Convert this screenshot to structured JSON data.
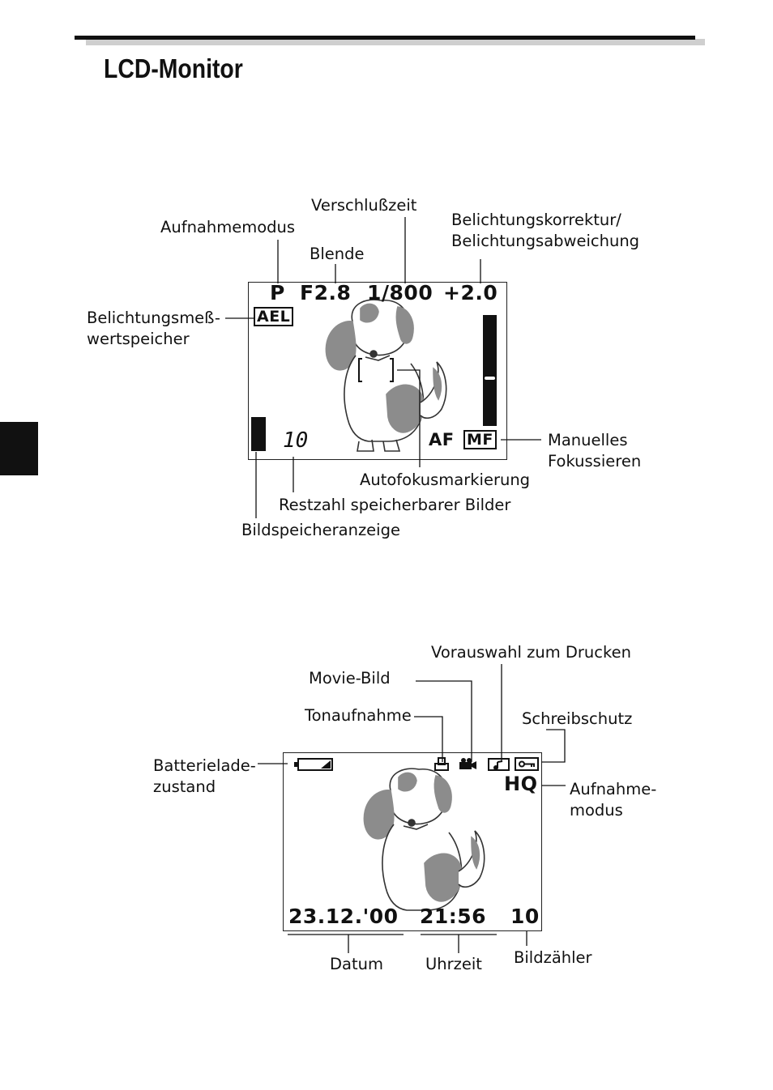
{
  "page": {
    "title": "LCD-Monitor"
  },
  "shooting": {
    "osd": {
      "mode": "P",
      "aperture": "F2.8",
      "shutter": "1/800",
      "exposure": "+2.0",
      "ael": "AEL",
      "af": "AF",
      "mf": "MF",
      "remaining": "10"
    },
    "labels": {
      "aufnahmemodus": "Aufnahmemodus",
      "verschluss": "Verschlußzeit",
      "blende": "Blende",
      "korrektur_1": "Belichtungskorrektur/",
      "korrektur_2": "Belichtungsabweichung",
      "messwert_1": "Belichtungsmeß-",
      "messwert_2": "wertspeicher",
      "manuell_1": "Manuelles",
      "manuell_2": "Fokussieren",
      "autofokus": "Autofokusmarkierung",
      "restzahl": "Restzahl speicherbarer Bilder",
      "bildspeicher": "Bildspeicheranzeige"
    }
  },
  "playback": {
    "osd": {
      "quality": "HQ",
      "date": "23.12.'00",
      "time": "21:56",
      "counter": "10"
    },
    "labels": {
      "vorauswahl": "Vorauswahl zum Drucken",
      "movie": "Movie-Bild",
      "ton": "Tonaufnahme",
      "schreibschutz": "Schreibschutz",
      "batterie_1": "Batterielade-",
      "batterie_2": "zustand",
      "aufnahme_1": "Aufnahme-",
      "aufnahme_2": "modus",
      "datum": "Datum",
      "uhrzeit": "Uhrzeit",
      "bildzaehler": "Bildzähler"
    }
  },
  "icons": {
    "battery": "battery-icon",
    "print": "print-icon",
    "movie": "movie-camera-icon",
    "sound": "sound-note-icon",
    "protect": "key-protect-icon",
    "dog": "dog-illustration"
  },
  "colors": {
    "ink": "#111111",
    "dog_grey": "#8c8c8c",
    "rule_grey": "#cfcfcf"
  }
}
